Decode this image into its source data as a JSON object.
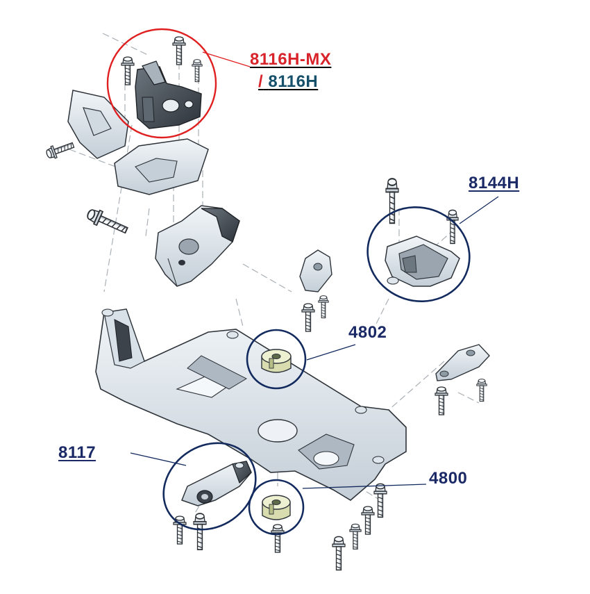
{
  "labels": {
    "engine_mount_primary": "8116H-MX",
    "engine_mount_separator": "/",
    "engine_mount_alt": "8116H",
    "gearbox_mount": "8144H",
    "bushing_upper": "4802",
    "bushing_lower": "4800",
    "torque_rod": "8117"
  },
  "colors": {
    "red_label": "#d8232a",
    "navy_label": "#1b2a66",
    "teal_label": "#16506a",
    "red_circle": "#e02020",
    "navy_circle": "#132a5e",
    "part_fill": "#e2e9ef",
    "part_shadow": "#8e9ba8",
    "part_dark": "#3c434a",
    "dash_line": "#a9b0b6"
  },
  "icons": [
    "bolt-icon",
    "engine-mount-icon",
    "gearbox-mount-icon",
    "bushing-icon",
    "torque-rod-icon",
    "subframe-icon"
  ]
}
